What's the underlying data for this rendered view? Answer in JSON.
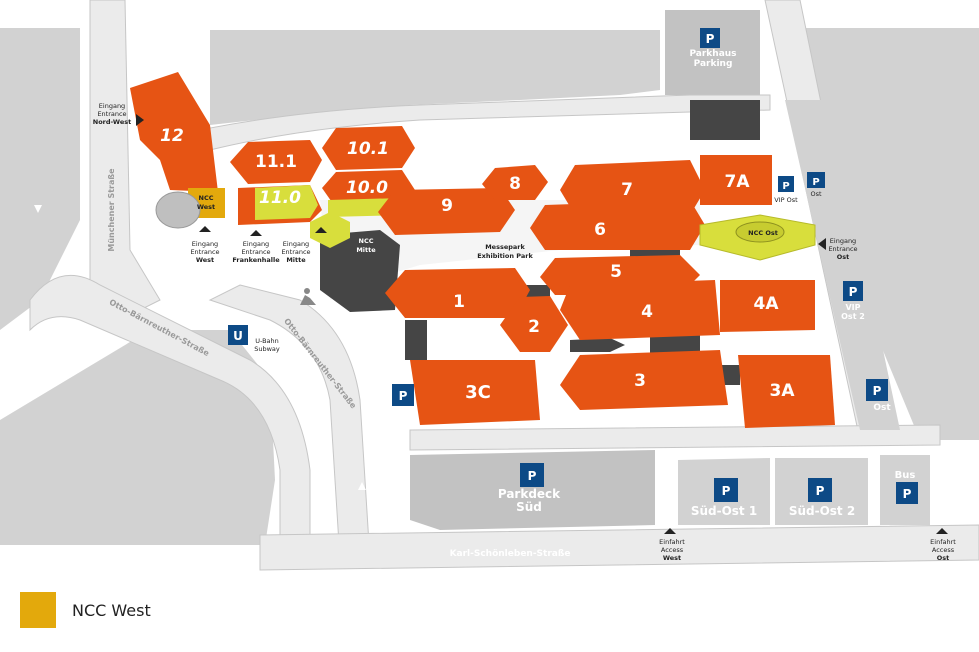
{
  "colors": {
    "hall": "#e65414",
    "ncc_highlight": "#e3a90c",
    "ncc_other": "#d8de3c",
    "dark": "#454545",
    "parking_sign": "#0d4a86",
    "background_block": "#d2d2d2",
    "road": "#ebebeb"
  },
  "halls": {
    "h12": "12",
    "h11_1": "11.1",
    "h11_0": "11.0",
    "h10_1": "10.1",
    "h10_0": "10.0",
    "h9": "9",
    "h8": "8",
    "h7": "7",
    "h7a": "7A",
    "h6": "6",
    "h5": "5",
    "h4": "4",
    "h4a": "4A",
    "h1": "1",
    "h2": "2",
    "h3": "3",
    "h3a": "3A",
    "h3c": "3C"
  },
  "ncc": {
    "west": [
      "NCC",
      "West"
    ],
    "mitte": [
      "NCC",
      "Mitte"
    ],
    "ost": "NCC Ost"
  },
  "entrances": {
    "nord_west": [
      "Eingang",
      "Entrance",
      "Nord-West"
    ],
    "west": [
      "Eingang",
      "Entrance",
      "West"
    ],
    "frankenhalle": [
      "Eingang",
      "Entrance",
      "Frankenhalle"
    ],
    "mitte": [
      "Eingang",
      "Entrance",
      "Mitte"
    ],
    "ost": [
      "Eingang",
      "Entrance",
      "Ost"
    ]
  },
  "access": {
    "west": [
      "Einfahrt",
      "Access",
      "West"
    ],
    "ost": [
      "Einfahrt",
      "Access",
      "Ost"
    ]
  },
  "parking": {
    "parkhaus": [
      "Parkhaus",
      "Parking"
    ],
    "parkdeck": [
      "Parkdeck",
      "Süd"
    ],
    "sued_ost_1": "Süd-Ost 1",
    "sued_ost_2": "Süd-Ost 2",
    "vip": "VIP",
    "vip_ost": "VIP Ost",
    "vip_ost_2": [
      "VIP",
      "Ost 2"
    ],
    "ost": "Ost",
    "bus": "Bus",
    "p_glyph": "P"
  },
  "messepark": [
    "Messepark",
    "Exhibition Park"
  ],
  "ubahn": {
    "glyph": "U",
    "label": [
      "U-Bahn",
      "Subway"
    ]
  },
  "streets": {
    "muenchener": "Münchener Straße",
    "otto_bärnreuther_1": "Otto-Bärnreuther-Straße",
    "otto_bärnreuther_2": "Otto-Bärnreuther-Straße",
    "karl": "Karl-Schönleben-Straße"
  },
  "legend": {
    "label": "NCC West"
  }
}
